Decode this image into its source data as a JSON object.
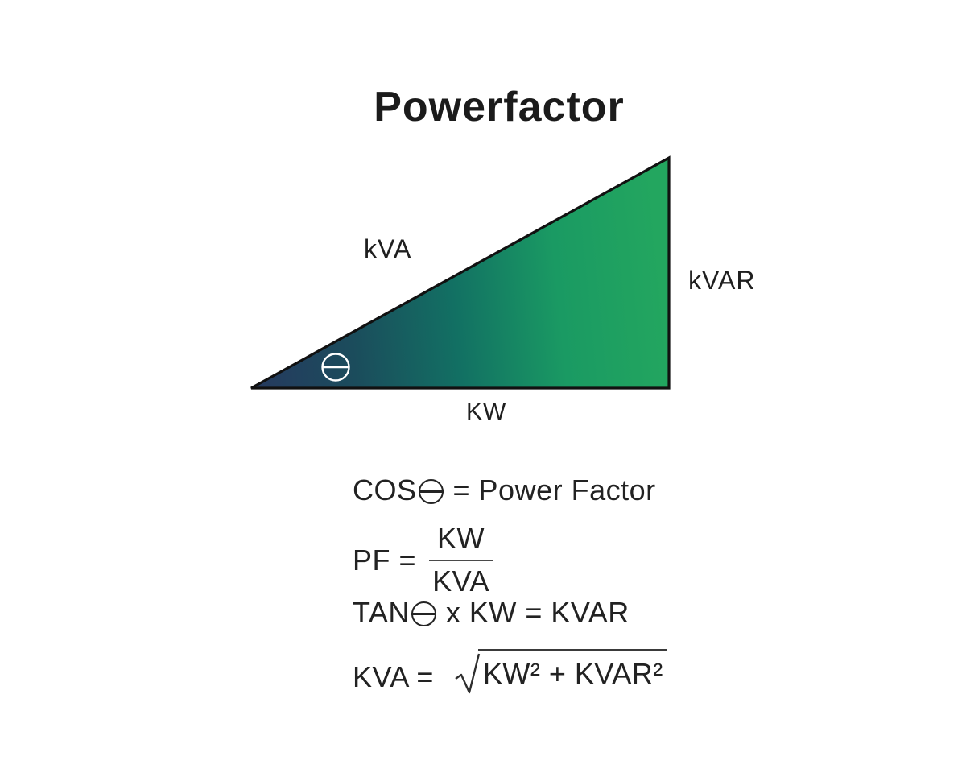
{
  "page": {
    "title": "Powerfactor",
    "background": "#ffffff"
  },
  "triangle": {
    "label_hypotenuse": "kVA",
    "label_opposite": "kVAR",
    "label_adjacent": "KW",
    "angle_symbol": "theta",
    "outline_color": "#111111",
    "gradient_stops": [
      "#26395f",
      "#1b4c5c",
      "#127063",
      "#1a9a63",
      "#23a65f"
    ],
    "theta_color": "#ffffff"
  },
  "formulas": {
    "line1_prefix": "COS",
    "line1_rest": "= Power Factor",
    "line2_lhs": "PF =",
    "line2_numerator": "KW",
    "line2_denominator": "KVA",
    "line3_prefix": "TAN",
    "line3_rest": "x KW = KVAR",
    "line4_lhs": "KVA =",
    "line4_radicand": "KW² + KVAR²"
  }
}
